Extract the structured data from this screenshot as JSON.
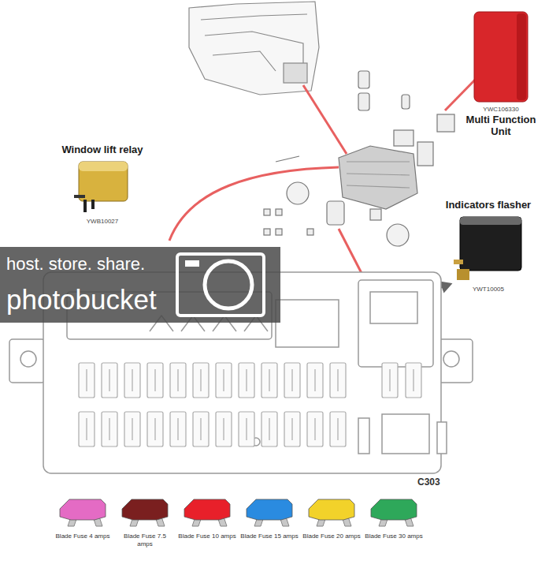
{
  "diagram": {
    "nodes": [
      {
        "text": [
          "Window lift relay",
          "YWB10027"
        ]
      },
      {
        "text": [
          "YWC106330",
          "Multi Function Unit"
        ]
      },
      {
        "text": [
          "Indicators flasher",
          "YWT10005"
        ]
      }
    ],
    "labels": [
      "host. store. share.",
      "photobucket",
      "C303"
    ],
    "legend": [
      {
        "text": "Blade Fuse 4 amps",
        "color": "#e46bc4"
      },
      {
        "text": "Blade Fuse 7.5 amps",
        "color": "#7a1f1f"
      },
      {
        "text": "Blade Fuse 10 amps",
        "color": "#e8202a"
      },
      {
        "text": "Blade Fuse 15 amps",
        "color": "#2a8be0"
      },
      {
        "text": "Blade Fuse 20 amps",
        "color": "#f2d22a"
      },
      {
        "text": "Blade Fuse 30 amps",
        "color": "#2ea85a"
      }
    ]
  }
}
